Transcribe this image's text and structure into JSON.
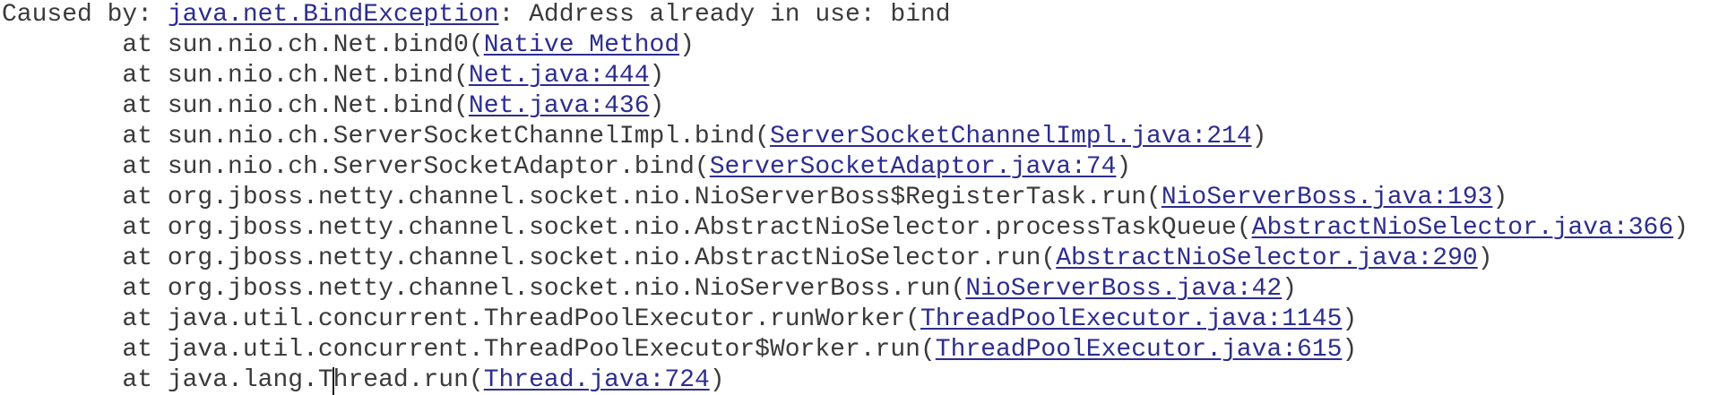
{
  "console": {
    "background_color": "#ffffff",
    "text_color": "#3a3a3a",
    "link_color": "#2d2d8f",
    "caret": {
      "line_index": 12,
      "between": [
        "        at java.lang.T",
        "hread.run("
      ]
    },
    "lines": [
      {
        "segments": [
          {
            "text": "Caused by: "
          },
          {
            "text": "java.net.BindException",
            "link": true
          },
          {
            "text": ": Address already in use: bind"
          }
        ]
      },
      {
        "segments": [
          {
            "text": "        at sun.nio.ch.Net.bind0("
          },
          {
            "text": "Native Method",
            "link": true
          },
          {
            "text": ")"
          }
        ]
      },
      {
        "segments": [
          {
            "text": "        at sun.nio.ch.Net.bind("
          },
          {
            "text": "Net.java:444",
            "link": true
          },
          {
            "text": ")"
          }
        ]
      },
      {
        "segments": [
          {
            "text": "        at sun.nio.ch.Net.bind("
          },
          {
            "text": "Net.java:436",
            "link": true
          },
          {
            "text": ")"
          }
        ]
      },
      {
        "segments": [
          {
            "text": "        at sun.nio.ch.ServerSocketChannelImpl.bind("
          },
          {
            "text": "ServerSocketChannelImpl.java:214",
            "link": true
          },
          {
            "text": ")"
          }
        ]
      },
      {
        "segments": [
          {
            "text": "        at sun.nio.ch.ServerSocketAdaptor.bind("
          },
          {
            "text": "ServerSocketAdaptor.java:74",
            "link": true
          },
          {
            "text": ")"
          }
        ]
      },
      {
        "segments": [
          {
            "text": "        at org.jboss.netty.channel.socket.nio.NioServerBoss$RegisterTask.run("
          },
          {
            "text": "NioServerBoss.java:193",
            "link": true
          },
          {
            "text": ")"
          }
        ]
      },
      {
        "segments": [
          {
            "text": "        at org.jboss.netty.channel.socket.nio.AbstractNioSelector.processTaskQueue("
          },
          {
            "text": "AbstractNioSelector.java:366",
            "link": true
          },
          {
            "text": ")"
          }
        ]
      },
      {
        "segments": [
          {
            "text": "        at org.jboss.netty.channel.socket.nio.AbstractNioSelector.run("
          },
          {
            "text": "AbstractNioSelector.java:290",
            "link": true
          },
          {
            "text": ")"
          }
        ]
      },
      {
        "segments": [
          {
            "text": "        at org.jboss.netty.channel.socket.nio.NioServerBoss.run("
          },
          {
            "text": "NioServerBoss.java:42",
            "link": true
          },
          {
            "text": ")"
          }
        ]
      },
      {
        "segments": [
          {
            "text": "        at java.util.concurrent.ThreadPoolExecutor.runWorker("
          },
          {
            "text": "ThreadPoolExecutor.java:1145",
            "link": true
          },
          {
            "text": ")"
          }
        ]
      },
      {
        "segments": [
          {
            "text": "        at java.util.concurrent.ThreadPoolExecutor$Worker.run("
          },
          {
            "text": "ThreadPoolExecutor.java:615",
            "link": true
          },
          {
            "text": ")"
          }
        ]
      },
      {
        "segments": [
          {
            "text": "        at java.lang.T"
          },
          {
            "caret": true
          },
          {
            "text": "hread.run("
          },
          {
            "text": "Thread.java:724",
            "link": true
          },
          {
            "text": ")"
          }
        ]
      }
    ]
  }
}
